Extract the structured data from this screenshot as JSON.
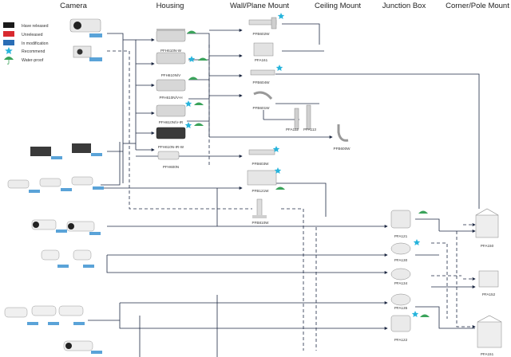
{
  "headers": {
    "camera": "Camera",
    "housing": "Housing",
    "wall_plane_mount": "Wall/Plane Mount",
    "ceiling_mount": "Ceiling Mount",
    "junction_box": "Junction Box",
    "corner_pole_mount": "Corner/Pole Mount"
  },
  "legend": {
    "have_released": "Have released",
    "unreleased": "Unreleased",
    "in_modification": "In modification",
    "recommend": "Recommend",
    "water_proof": "Water-proof",
    "colors": {
      "have_released": "#1a1a1a",
      "unreleased": "#d8292f",
      "in_modification": "#2a6db5"
    }
  },
  "housing": {
    "pfh610n_w": "PFH610N-W",
    "pfh610n_v": "PFH610N/V",
    "pfh610n_v_h": "PFH610N/V-H",
    "pfh610n_v_ir": "PFH610N/V-IR",
    "pfh610n_ir_w": "PFH610N-IR-W",
    "pfh600n": "PFH600N"
  },
  "wall_mount": {
    "pfb602w": "PFB602W",
    "pfa161": "PFA161",
    "pfb604w": "PFB604W",
    "pfb601w": "PFB601W",
    "pfb603w": "PFB603W",
    "pfb121w": "PFB121W",
    "pfb810w": "PFB810W"
  },
  "ceiling_mount": {
    "pfa112": "PFA112",
    "pfa113": "PFA113",
    "pfb600w": "PFB600W"
  },
  "junction_box": {
    "pfa121": "PFA121",
    "pfa130": "PFA130",
    "pfa134": "PFA134",
    "pfa135": "PFA135",
    "pfa122": "PFA122"
  },
  "corner_pole_mount": {
    "pfa150": "PFA150",
    "pfa152": "PFA152",
    "pfa151": "PFA151"
  }
}
